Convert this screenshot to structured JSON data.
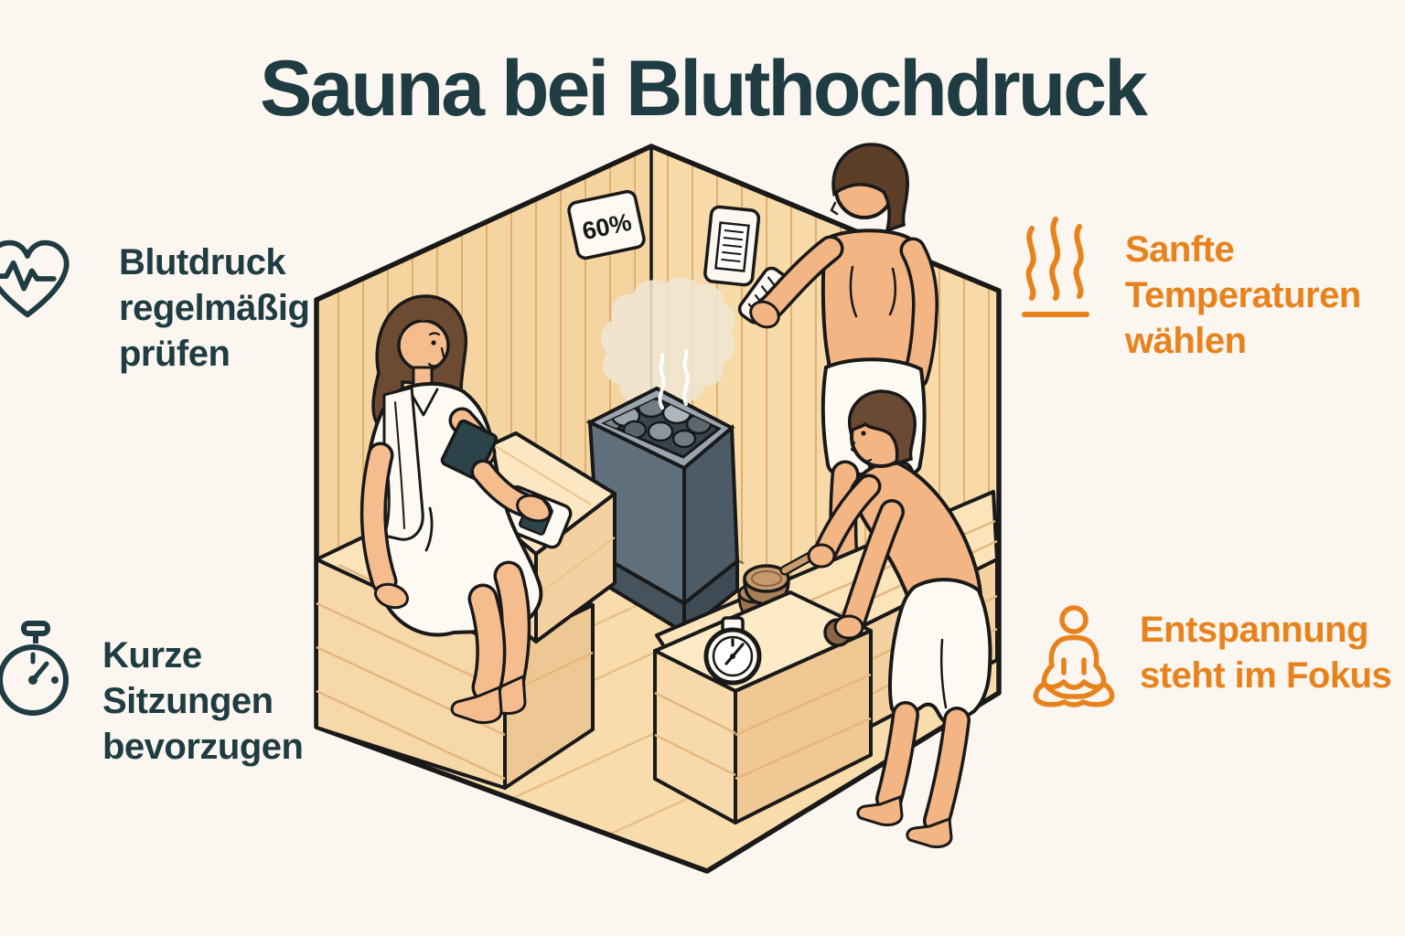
{
  "page": {
    "background_color": "#fbf6ef"
  },
  "title": {
    "text": "Sauna bei Bluthochdruck",
    "color": "#1f3c43"
  },
  "tips": {
    "left": [
      {
        "id": "blood-pressure",
        "icon": "heartbeat-icon",
        "color": "#1f3c43",
        "lines": [
          "Blutdruck",
          "regelmäßig",
          "prüfen"
        ]
      },
      {
        "id": "short-sessions",
        "icon": "stopwatch-icon",
        "color": "#1f3c43",
        "lines": [
          "Kurze",
          "Sitzungen",
          "bevorzugen"
        ]
      }
    ],
    "right": [
      {
        "id": "gentle-temperatures",
        "icon": "steam-icon",
        "color": "#e8821c",
        "lines": [
          "Sanfte",
          "Temperaturen",
          "wählen"
        ]
      },
      {
        "id": "relaxation",
        "icon": "meditation-icon",
        "color": "#e8821c",
        "lines": [
          "Entspannung",
          "steht im Fokus"
        ]
      }
    ]
  },
  "illustration": {
    "description": "Isometric sauna room: woman measuring blood pressure on bench, man adjusting wall thermostat, man with ladle and bucket at bench with timer, sauna heater with steaming stones",
    "humidity_sign": "60%",
    "elements": [
      "humidity-sign",
      "wall-thermostat",
      "remote-control",
      "sauna-heater-with-stones",
      "steam-cloud",
      "blood-pressure-cuff",
      "blood-pressure-monitor",
      "sauna-timer",
      "ladle",
      "bucket"
    ],
    "colors": {
      "wall_left": "#f5d4a0",
      "wall_right": "#f8daa9",
      "floor": "#f8dcab",
      "bench_top": "#fbe3ba",
      "bench_front": "#f3d1a0",
      "heater_body": "#5f6f7c",
      "heater_dark": "#4d5b66",
      "skin": "#f5bd8d",
      "hair": "#6b4a33",
      "towel": "#fdfaf4",
      "outline": "#191919",
      "cuff": "#2c4349",
      "steam": "#f0e5d0",
      "wood_ladle": "#b98a60"
    }
  }
}
